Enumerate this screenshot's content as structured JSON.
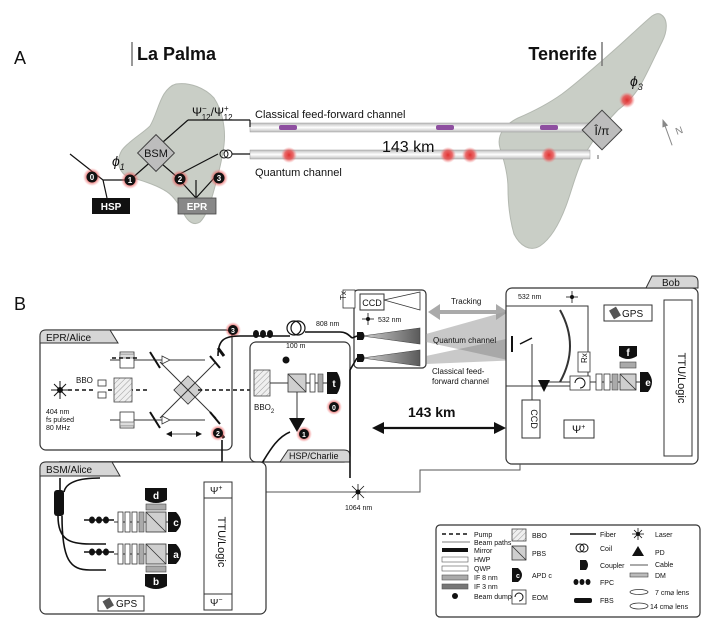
{
  "panels": {
    "a": "A",
    "b": "B"
  },
  "map": {
    "island_left": "La Palma",
    "island_right": "Tenerife",
    "classical_channel": "Classical feed-forward channel",
    "quantum_channel": "Quantum channel",
    "distance": "143 km",
    "bsm": "BSM",
    "hsp": "HSP",
    "epr": "EPR",
    "phi1_base": "ϕ",
    "phi1_sub": "1",
    "phi3_base": "ϕ",
    "phi3_sub": "3",
    "bell_minus": "Ψ",
    "bell_minus_sup": "−",
    "bell_minus_sub": "12",
    "bell_sep": "/",
    "bell_plus": "Ψ",
    "bell_plus_sup": "+",
    "bell_plus_sub": "12",
    "op_label": "Î/π",
    "north": "N",
    "photons": [
      "0",
      "1",
      "2",
      "3"
    ],
    "colors": {
      "photon": "#e03030",
      "classical_pulse": "#8e4fa0",
      "island": "#c9cec6"
    }
  },
  "setup": {
    "epr_alice": "EPR/Alice",
    "bsm_alice": "BSM/Alice",
    "hsp_charlie": "HSP/Charlie",
    "bob": "Bob",
    "tx": "Tx",
    "rx": "Rx",
    "ccd_tx": "CCD",
    "ccd_bob": "CCD",
    "tracking": "Tracking",
    "quantum_channel": "Quantum channel",
    "classical_line1": "Classical feed-",
    "classical_line2": "forward channel",
    "distance": "143 km",
    "gps_bob": "GPS",
    "gps_alice": "GPS",
    "ttu_bob": "TTU/Logic",
    "ttu_alice": "TTU/Logic",
    "wl_532_tx": "532 nm",
    "wl_532_bob": "532 nm",
    "wl_808": "808 nm",
    "len_100": "100 m",
    "wl_1064": "1064 nm",
    "pump_l1": "404 nm",
    "pump_l2": "fs pulsed",
    "pump_l3": "80 MHz",
    "bbo": "BBO",
    "bbo2_base": "BBO",
    "bbo2_sub": "2",
    "psi_plus_base": "Ψ",
    "psi_plus_sup": "+",
    "psi_minus_base": "Ψ",
    "psi_minus_sup": "−",
    "apd_a": "a",
    "apd_b": "b",
    "apd_c": "c",
    "apd_d": "d",
    "apd_e": "e",
    "apd_f": "f",
    "apd_t": "t",
    "photons": [
      "0",
      "1",
      "2",
      "3"
    ]
  },
  "legend": {
    "pump": "Pump",
    "beam_paths": "Beam paths",
    "mirror": "Mirror",
    "hwp": "HWP",
    "qwp": "QWP",
    "if8": "IF 8 nm",
    "if3": "IF 3 nm",
    "beam_dump": "Beam dump",
    "bbo": "BBO",
    "pbs": "PBS",
    "apd": "APD c",
    "apd_letter": "c",
    "eom": "EOM",
    "fiber": "Fiber",
    "coil": "Coil",
    "coupler": "Coupler",
    "fpc": "FPC",
    "fbs": "FBS",
    "laser": "Laser",
    "pd": "PD",
    "cable": "Cable",
    "dm": "DM",
    "lens7": "7 cm⌀ lens",
    "lens14": "14 cm⌀ lens"
  }
}
